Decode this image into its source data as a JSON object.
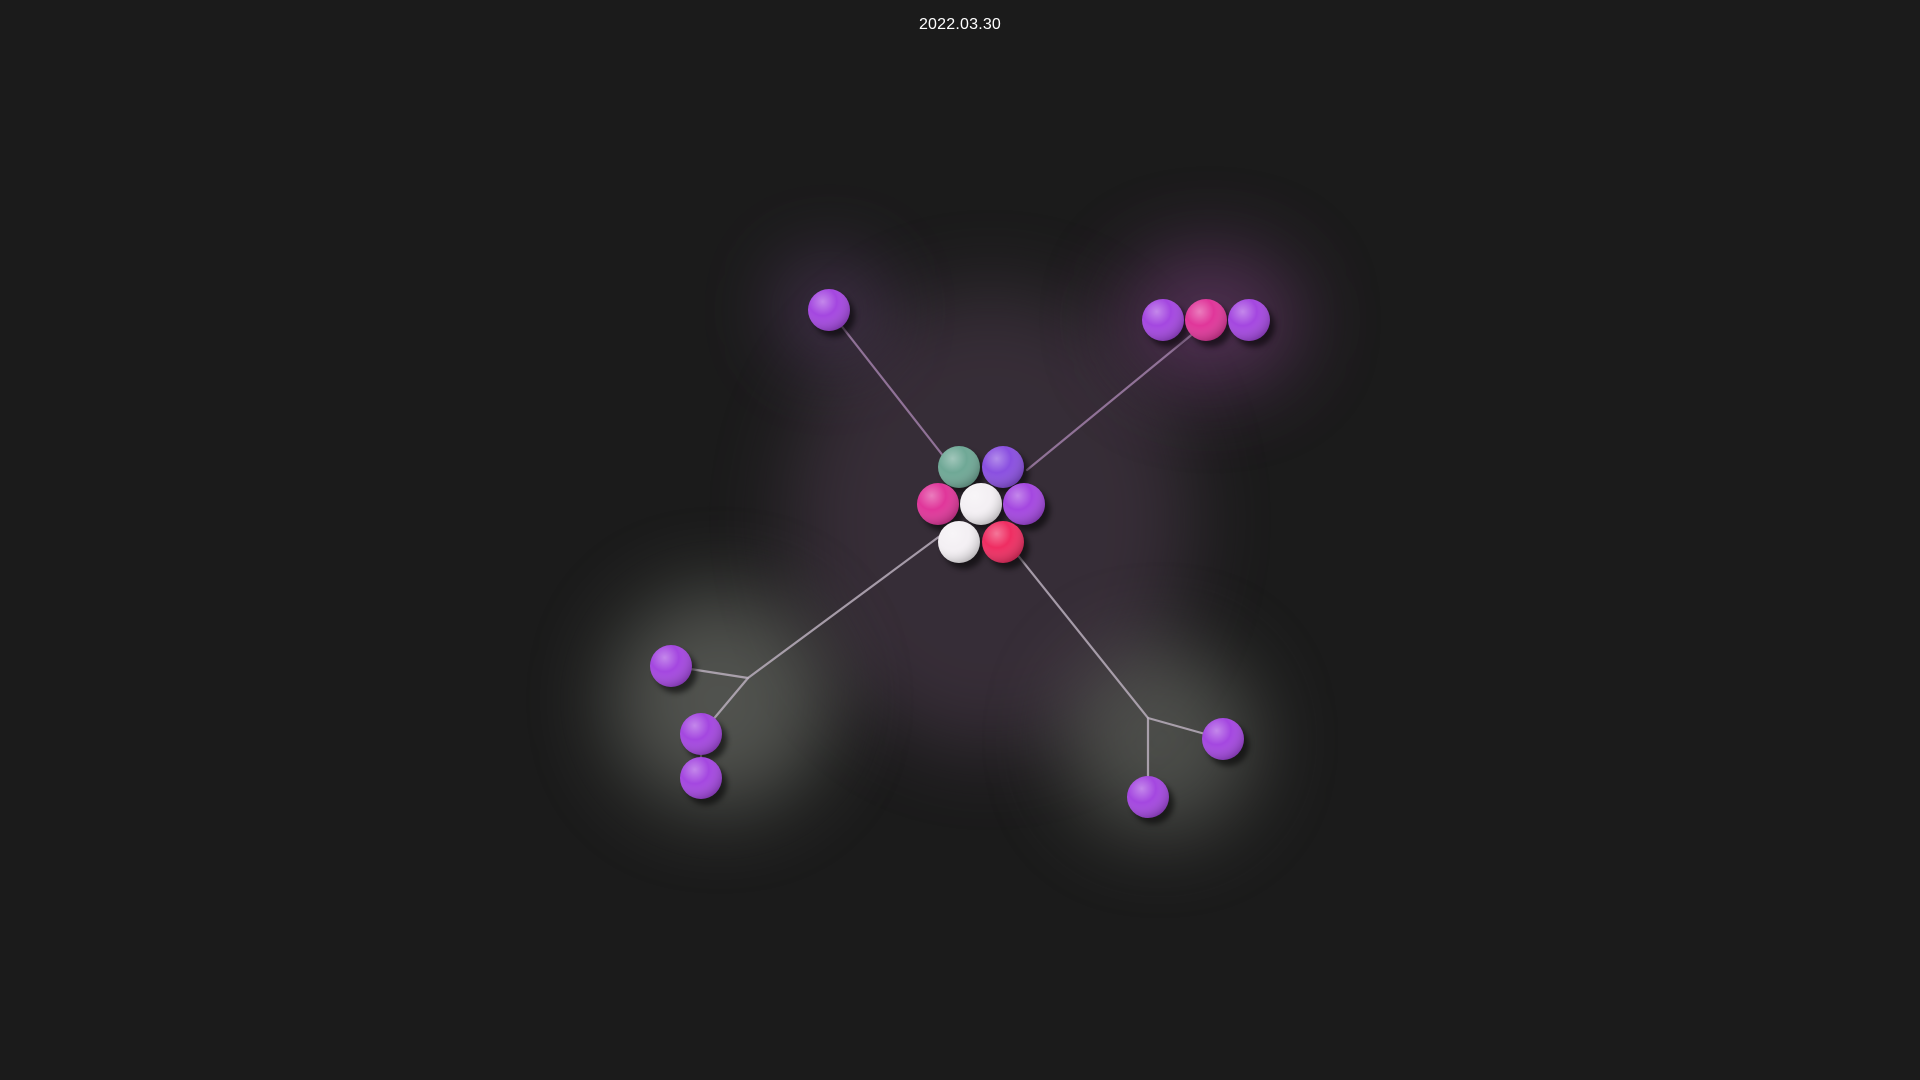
{
  "header": {
    "date": "2022.03.30"
  },
  "colors": {
    "background": "#1b1b1b",
    "purple": "#a447e0",
    "violet": "#8a4fe0",
    "magenta": "#e0369a",
    "crimson": "#ef2d62",
    "teal": "#6fa896",
    "white": "#f4f0f4",
    "edge": "#b9aebc"
  },
  "graph": {
    "center_cluster": [
      {
        "id": "c-teal",
        "color": "teal"
      },
      {
        "id": "c-violet",
        "color": "violet"
      },
      {
        "id": "c-magenta",
        "color": "magenta"
      },
      {
        "id": "c-white-1",
        "color": "white"
      },
      {
        "id": "c-purple",
        "color": "purple"
      },
      {
        "id": "c-white-2",
        "color": "white"
      },
      {
        "id": "c-crimson",
        "color": "crimson"
      }
    ],
    "branches": [
      {
        "id": "top-left",
        "leaves": [
          "purple"
        ]
      },
      {
        "id": "top-right",
        "leaves": [
          "purple",
          "magenta",
          "purple"
        ]
      },
      {
        "id": "bottom-left",
        "leaves": [
          "purple",
          "purple",
          "purple"
        ]
      },
      {
        "id": "bottom-right",
        "leaves": [
          "purple",
          "purple"
        ]
      }
    ]
  }
}
